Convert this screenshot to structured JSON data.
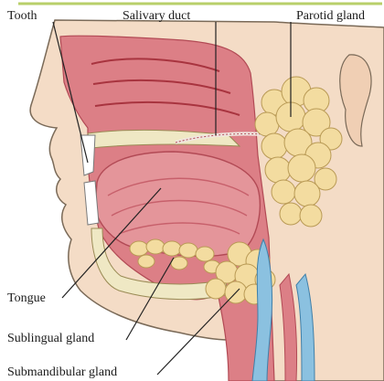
{
  "labels": {
    "tooth": "Tooth",
    "salivary_duct": "Salivary duct",
    "parotid_gland": "Parotid gland",
    "tongue": "Tongue",
    "sublingual_gland": "Sublingual gland",
    "submandibular_gland": "Submandibular gland"
  },
  "colors": {
    "top_rule": "#b8cf6a",
    "skin": "#f4dcc6",
    "skin_outline": "#7a6a58",
    "tissue": "#dc7f86",
    "tissue_dark": "#c94a57",
    "tongue": "#e4959a",
    "gland": "#f3dca0",
    "gland_outline": "#b99a55",
    "bone": "#efe8c4",
    "airway": "#8bc1e0",
    "leader": "#222222"
  }
}
